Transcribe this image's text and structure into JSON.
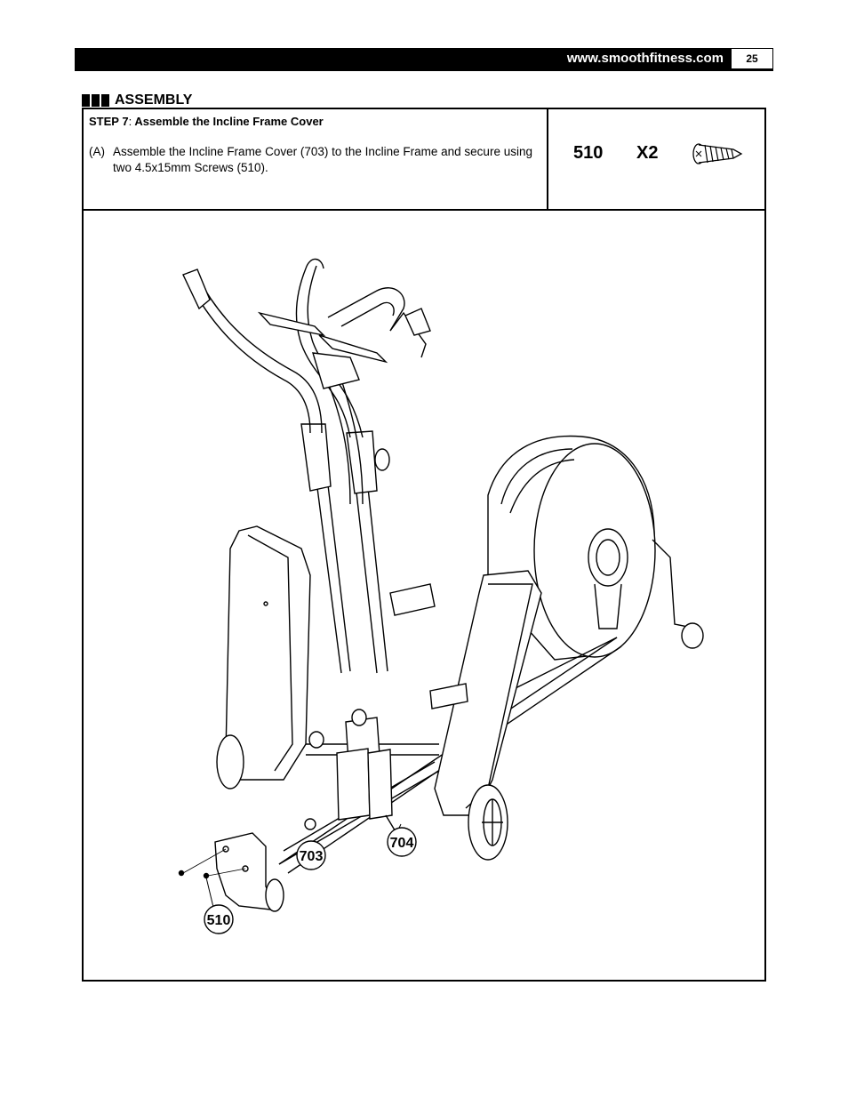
{
  "header": {
    "url": "www.smoothfitness.com",
    "page_number": "25"
  },
  "section": {
    "title": "ASSEMBLY"
  },
  "step": {
    "label": "STEP 7",
    "separator": ":",
    "title": "Assemble the Incline Frame Cover",
    "instruction_marker": "(A)",
    "instruction_text": "Assemble the Incline Frame Cover (703) to the Incline Frame and secure using two 4.5x15mm Screws (510)."
  },
  "parts": {
    "part_number": "510",
    "quantity": "X2"
  },
  "callouts": {
    "incline_frame_cover": "703",
    "incline_frame": "704",
    "screws": "510"
  }
}
